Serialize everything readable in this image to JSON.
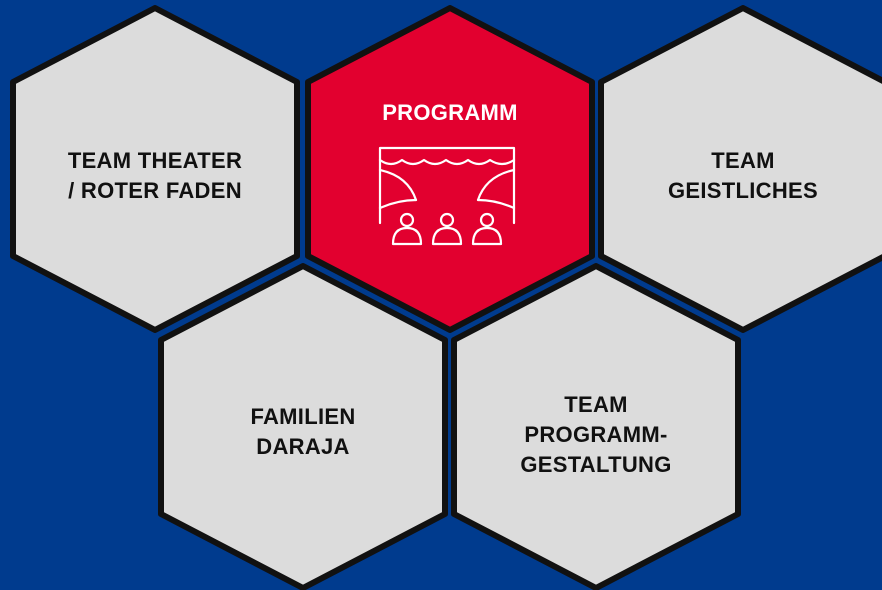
{
  "colors": {
    "background": "#003b8e",
    "hex_fill": "#dcdcdc",
    "hex_active_fill": "#e2002f",
    "hex_border": "#111111",
    "text": "#111111",
    "text_active": "#ffffff"
  },
  "hexagons": [
    {
      "id": "team-theater",
      "label": "TEAM THEATER\n/ ROTER FADEN",
      "active": false
    },
    {
      "id": "programm",
      "label": "PROGRAMM",
      "active": true,
      "icon": "theater-stage-icon"
    },
    {
      "id": "team-geistliches",
      "label": "TEAM\nGEISTLICHES",
      "active": false
    },
    {
      "id": "familien-daraja",
      "label": "FAMILIEN\nDARAJA",
      "active": false
    },
    {
      "id": "team-programmgestaltung",
      "label": "TEAM\nPROGRAMM-\nGESTALTUNG",
      "active": false
    }
  ]
}
